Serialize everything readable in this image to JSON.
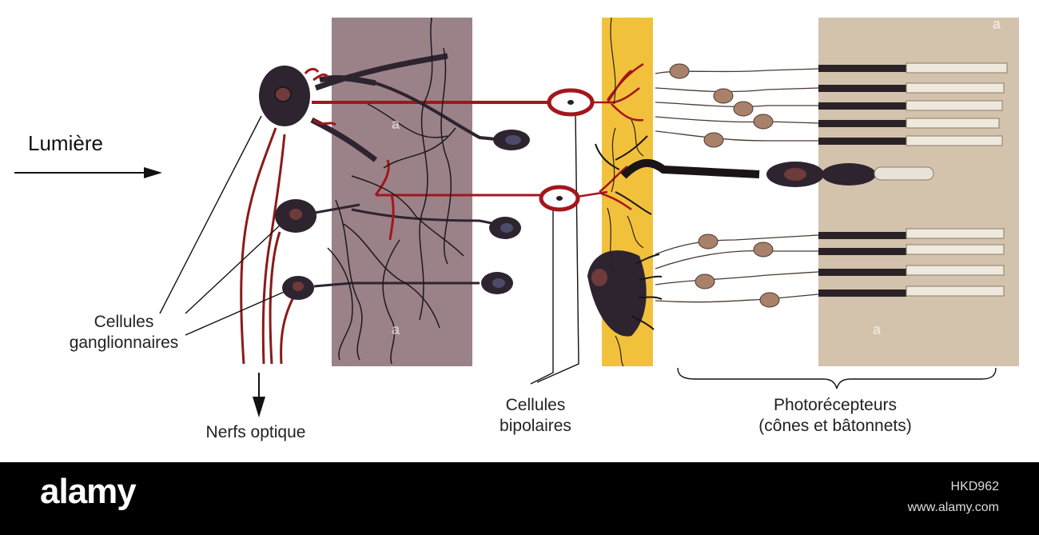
{
  "labels": {
    "light": "Lumière",
    "ganglion_line1": "Cellules",
    "ganglion_line2": "ganglionnaires",
    "optic_nerve": "Nerfs optique",
    "bipolar_line1": "Cellules",
    "bipolar_line2": "bipolaires",
    "photoreceptors_line1": "Photorécepteurs",
    "photoreceptors_line2": "(cônes et bâtonnets)"
  },
  "watermark": {
    "brand": "alamy",
    "image_id": "HKD962",
    "url": "www.alamy.com",
    "mark_glyph": "a"
  },
  "colors": {
    "inner_plexiform_band": "#9b8288",
    "outer_plexiform_band": "#f2c13c",
    "photoreceptor_band": "#d3c3ad",
    "neuron_dark": "#2e2430",
    "neuron_red": "#a3161b",
    "footer": "#000000"
  }
}
